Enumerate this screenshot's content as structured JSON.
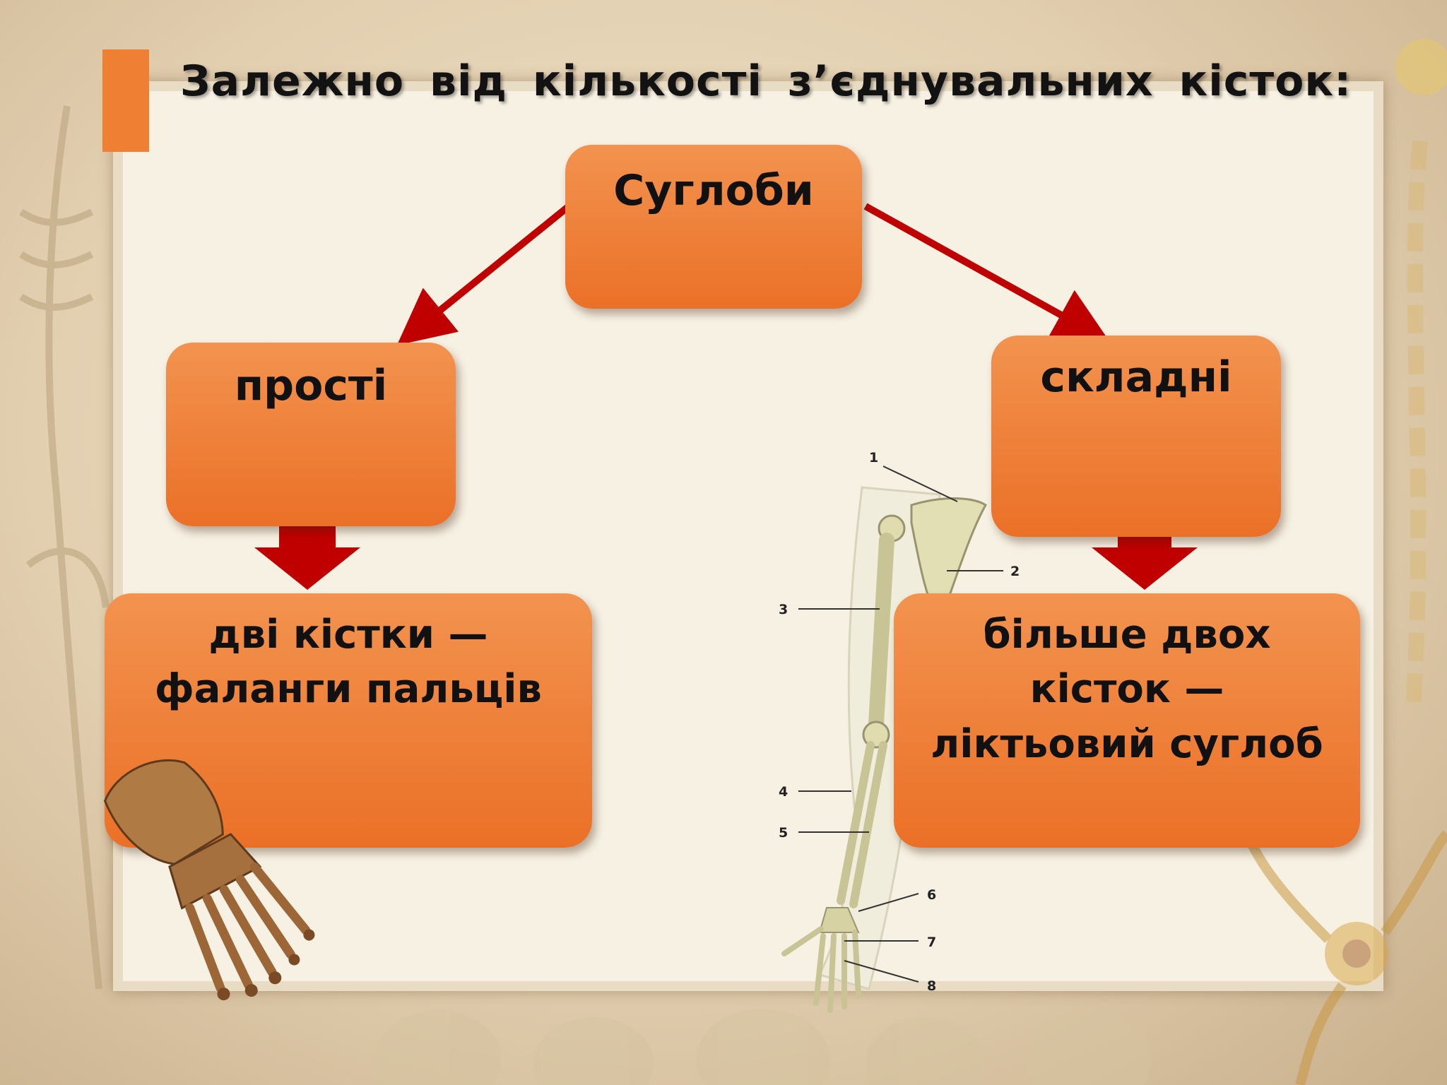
{
  "title": "Залежно  від кількості з’єднувальних кісток:",
  "nodes": {
    "root": "Суглоби",
    "simple": "прості",
    "complex": "складні",
    "simple_desc": "дві кістки —\nфаланги пальців",
    "complex_desc": "більше двох\nкісток —\nліктьовий суглоб"
  },
  "arm_labels": [
    "1",
    "2",
    "3",
    "4",
    "5",
    "6",
    "7",
    "8"
  ],
  "colors": {
    "box_fill": "#ee7f33",
    "arrow": "#c00000",
    "accent": "#ee7f33"
  },
  "icons": [
    "foot-skeleton-illustration",
    "arm-skeleton-illustration"
  ]
}
